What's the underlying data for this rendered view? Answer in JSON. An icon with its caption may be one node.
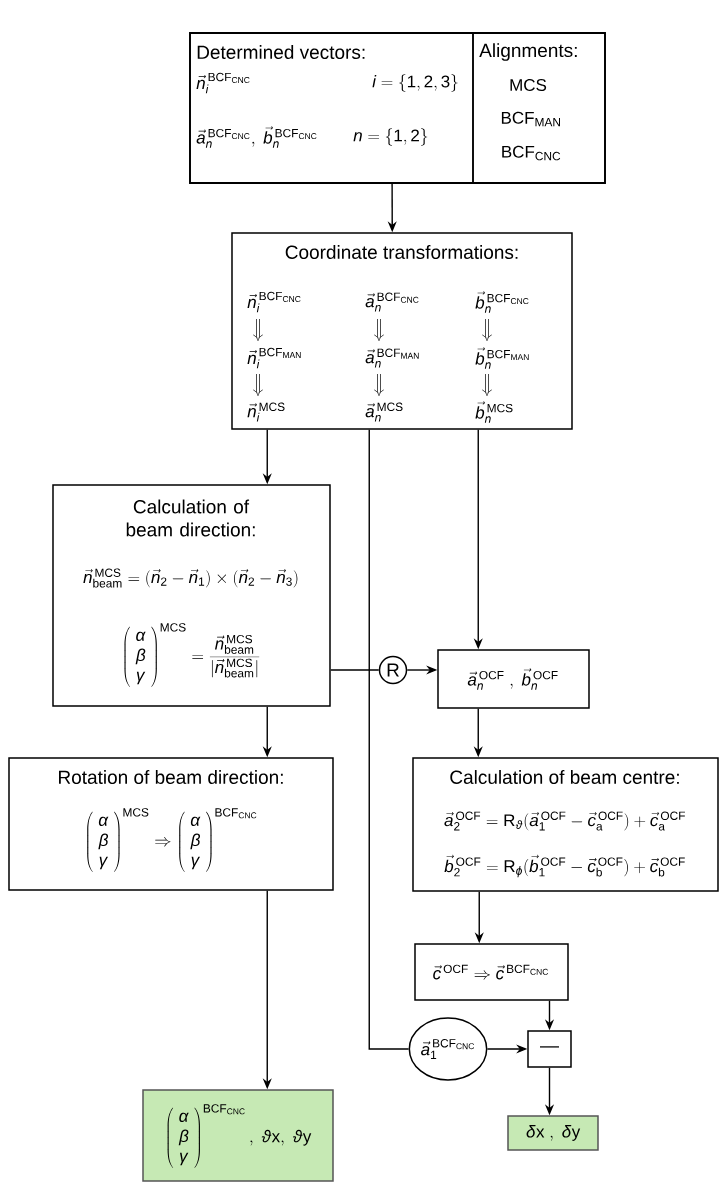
{
  "diagram": {
    "nodes": [
      {
        "text": [],
        "shape": "box"
      },
      {
        "text": [
          "Determined vectors:",
          "\\vec{n}_i^{\\,\\mathrm{BCF}_{\\mathrm{CNC}}}",
          "i=\\{1,2,3\\}",
          "\\vec{a}_n^{\\,\\mathrm{BCF}_{\\mathrm{CNC}}},\\ \\vec{b}_n^{\\,\\mathrm{BCF}_{\\mathrm{CNC}}}",
          "n=\\{1,2\\}"
        ],
        "in": 0
      },
      {
        "text": [
          "Alignments:",
          "\\mathrm{MCS}",
          "\\mathrm{BCF}_{\\mathrm{MAN}}",
          "\\mathrm{BCF}_{\\mathrm{CNC}}"
        ],
        "in": 0
      },
      {
        "text": [
          "Coordinate transformations:",
          "\\vec{n}_i^{\\,\\mathrm{BCF}_{\\mathrm{CNC}}}",
          "\\vec{a}_n^{\\,\\mathrm{BCF}_{\\mathrm{CNC}}}",
          "\\vec{b}_n^{\\,\\mathrm{BCF}_{\\mathrm{CNC}}}",
          "\\vec{n}_i^{\\,\\mathrm{BCF}_{\\mathrm{MAN}}}",
          "\\vec{a}_n^{\\,\\mathrm{BCF}_{\\mathrm{MAN}}}",
          "\\vec{b}_n^{\\,\\mathrm{BCF}_{\\mathrm{MAN}}}",
          "\\vec{n}_i^{\\,\\mathrm{MCS}}",
          "\\vec{a}_n^{\\,\\mathrm{MCS}}",
          "\\vec{b}_n^{\\,\\mathrm{MCS}}"
        ]
      },
      {
        "text": [
          "Calculation of beam direction:",
          "\\vec{n}_{\\mathrm{beam}}^{\\,\\mathrm{MCS}}=(\\vec{n}_2-\\vec{n}_1)\\times(\\vec{n}_2-\\vec{n}_3)",
          "\\left(\\begin{array}{c}\\alpha\\\\\\beta\\\\\\gamma\\end{array}\\right)^{\\mathrm{MCS}}=\\frac{\\vec{n}_{\\mathrm{beam}}^{\\,\\mathrm{MCS}}}{|\\vec{n}_{\\mathrm{beam}}^{\\,\\mathrm{MCS}}|}"
        ]
      },
      {
        "text": [
          "R"
        ]
      },
      {
        "text": [
          "\\vec{a}_n^{\\,\\mathrm{OCF}}\\ ,\\ \\vec{b}_n^{\\,\\mathrm{OCF}}"
        ]
      },
      {
        "text": [
          "Calculation of beam centre:",
          "\\vec{a}_2^{\\,\\mathrm{OCF}}=\\mathrm{R}_{\\vartheta}(\\vec{a}_1^{\\,\\mathrm{OCF}}-\\vec{c}_{\\mathrm{a}}^{\\,\\mathrm{OCF}})+\\vec{c}_{\\mathrm{a}}^{\\,\\mathrm{OCF}}",
          "\\vec{b}_2^{\\,\\mathrm{OCF}}=\\mathrm{R}_{\\varphi}(\\vec{b}_1^{\\,\\mathrm{OCF}}-\\vec{c}_{\\mathrm{b}}^{\\,\\mathrm{OCF}})+\\vec{c}_{\\mathrm{b}}^{\\,\\mathrm{OCF}}"
        ]
      },
      {
        "text": [
          "Rotation of beam direction:",
          "\\left(\\begin{array}{c}\\alpha\\\\\\beta\\\\\\gamma\\end{array}\\right)^{\\mathrm{MCS}}\\Rightarrow\\left(\\begin{array}{c}\\alpha\\\\\\beta\\\\\\gamma\\end{array}\\right)^{\\mathrm{BCF}_{\\mathrm{CNC}}}"
        ]
      },
      {
        "text": [
          "\\vec{c}^{\\,\\mathrm{OCF}}\\Rightarrow\\vec{c}^{\\,\\mathrm{BCF}_{\\mathrm{CNC}}}"
        ]
      },
      {
        "text": [
          "\\vec{a}_1^{\\,\\mathrm{BCF}_{\\mathrm{CNC}}}"
        ]
      },
      {
        "text": [
          "—"
        ]
      },
      {
        "text": [
          "\\left(\\begin{array}{c}\\alpha\\\\\\beta\\\\\\gamma\\end{array}\\right)^{\\mathrm{BCF}_{\\mathrm{CNC}}},\\ \\vartheta\\mathrm{x},\\ \\vartheta\\mathrm{y}"
        ]
      },
      {
        "text": [
          "\\delta\\mathrm{x}\\ ,\\ \\delta\\mathrm{y}"
        ]
      }
    ],
    "edges": [
      {
        "from": 0,
        "to": 3,
        "arrow": "to"
      },
      {
        "from": 3,
        "to": 4,
        "arrow": "to"
      },
      {
        "from": 3,
        "to": 6,
        "arrow": "to"
      },
      {
        "from": 3,
        "to": 10,
        "arrow": "none"
      },
      {
        "from": 4,
        "to": 5,
        "arrow": "none"
      },
      {
        "from": 5,
        "to": 6,
        "arrow": "to"
      },
      {
        "from": 4,
        "to": 8,
        "arrow": "to"
      },
      {
        "from": 6,
        "to": 7,
        "arrow": "to"
      },
      {
        "from": 7,
        "to": 9,
        "arrow": "to"
      },
      {
        "from": 9,
        "to": 11,
        "arrow": "to"
      },
      {
        "from": 10,
        "to": 11,
        "arrow": "to"
      },
      {
        "from": 11,
        "to": 13,
        "arrow": "to"
      },
      {
        "from": 8,
        "to": 12,
        "arrow": "to"
      }
    ]
  }
}
